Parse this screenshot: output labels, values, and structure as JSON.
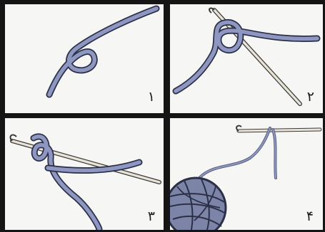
{
  "steps": [
    {
      "number": "۱",
      "illustration": "slip-loop"
    },
    {
      "number": "۲",
      "illustration": "loop-on-crochet-hook"
    },
    {
      "number": "۳",
      "illustration": "yarn-over-hook"
    },
    {
      "number": "۴",
      "illustration": "hook-with-yarn-ball"
    }
  ],
  "colors": {
    "frame": "#151515",
    "panel_background": "#f6f6f5",
    "yarn_fill": "#8e97c1",
    "yarn_outline": "#2c3047",
    "yarn_ball": "#7c84a8",
    "hook_fill": "#e8e3d6",
    "hook_outline": "#3a3a3a"
  },
  "icons": [
    "crochet-hook-icon",
    "yarn-icon",
    "yarn-ball-icon"
  ]
}
